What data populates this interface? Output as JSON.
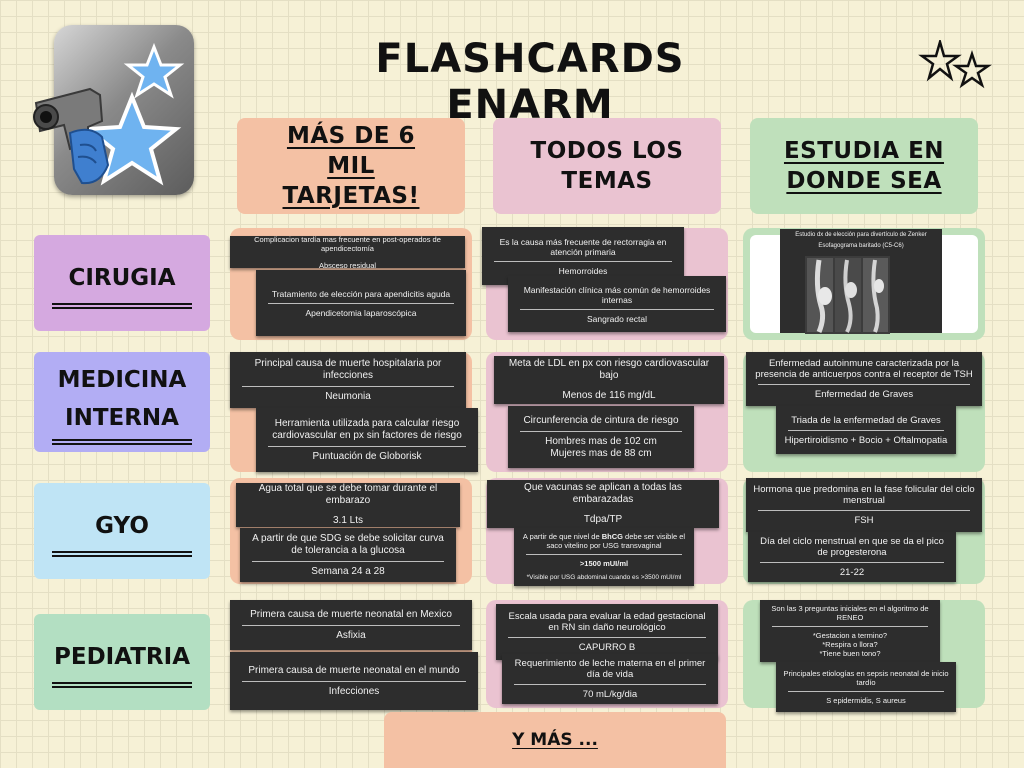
{
  "title": "FLASHCARDS ENARM",
  "colors": {
    "background": "#f6f1d6",
    "peach": "#f4c1a4",
    "pink": "#eac3d1",
    "mint": "#bfe0bb",
    "lavender": "#d5a9e0",
    "periwinkle": "#b2adf4",
    "sky": "#bfe4f5",
    "seafoam": "#b3dfc2",
    "card": "#2d2d2d"
  },
  "header": [
    {
      "label": "MÁS DE 6 MIL TARJETAS!",
      "color": "#f4c1a4"
    },
    {
      "label": "TODOS LOS TEMAS",
      "color": "#eac3d1"
    },
    {
      "label": "ESTUDIA EN DONDE SEA",
      "color": "#bfe0bb"
    }
  ],
  "categories": [
    {
      "label": "CIRUGIA",
      "color": "#d5a9e0"
    },
    {
      "label": "MEDICINA INTERNA",
      "line1": "MEDICINA",
      "line2": "INTERNA",
      "color": "#b2adf4"
    },
    {
      "label": "GYO",
      "color": "#bfe4f5"
    },
    {
      "label": "PEDIATRIA",
      "color": "#b3dfc2"
    }
  ],
  "cards": {
    "cirugia": {
      "c1a": {
        "q": "Complicacion tardía mas frecuente en post-operados de apendicectomía",
        "a": "Absceso residual"
      },
      "c1b": {
        "q": "Tratamiento de elección para apendicitis aguda",
        "a": "Apendicetomia laparoscópica"
      },
      "c2a": {
        "q": "Es la causa más frecuente de rectorragia en atención primaria",
        "a": "Hemorroides"
      },
      "c2b": {
        "q": "Manifestación clínica más común de hemorroides internas",
        "a": "Sangrado rectal"
      },
      "c3": {
        "q": "Estudio dx de elección para divertículo de Zenker",
        "a": "Esofagograma baritado (C5-C6)"
      }
    },
    "medicina": {
      "c1a": {
        "q": "Principal causa de muerte hospitalaria por infecciones",
        "a": "Neumonia"
      },
      "c1b": {
        "q": "Herramienta utilizada para calcular riesgo cardiovascular en px sin factores de riesgo",
        "a": "Puntuación de Globorisk"
      },
      "c2a": {
        "q": "Meta de LDL en px con riesgo cardiovascular bajo",
        "a": "Menos de 116 mg/dL"
      },
      "c2b": {
        "q": "Circunferencia de cintura de riesgo",
        "a1": "Hombres mas de 102 cm",
        "a2": "Mujeres mas de 88 cm"
      },
      "c3a": {
        "q": "Enfermedad autoinmune caracterizada por la presencia de anticuerpos contra el receptor de TSH",
        "a": "Enfermedad de Graves"
      },
      "c3b": {
        "q": "Triada de la enfermedad de Graves",
        "a": "Hipertiroidismo + Bocio + Oftalmopatia"
      }
    },
    "gyo": {
      "c1a": {
        "q": "Agua total que se debe tomar durante el embarazo",
        "a": "3.1 Lts"
      },
      "c1b": {
        "q": "A partir de que SDG se debe solicitar curva de tolerancia a la glucosa",
        "a": "Semana 24 a 28"
      },
      "c2a": {
        "q": "Que vacunas se aplican a todas las embarazadas",
        "a": "Tdpa/TP"
      },
      "c2b": {
        "q_pre": "A partir de que nivel de ",
        "q_bold": "BhCG",
        "q_post": " debe ser visible el saco vitelino por USG transvaginal",
        "a": ">1500 mUI/ml",
        "note": "*Visible por USG abdominal cuando es >3500 mUI/ml"
      },
      "c3a": {
        "q": "Hormona que predomina en la fase folicular del ciclo menstrual",
        "a": "FSH"
      },
      "c3b": {
        "q": "Día del ciclo menstrual en que se da el pico de progesterona",
        "a": "21-22"
      }
    },
    "pediatria": {
      "c1a": {
        "q": "Primera causa de muerte neonatal en Mexico",
        "a": "Asfixia"
      },
      "c1b": {
        "q": "Primera causa de muerte neonatal en el mundo",
        "a": "Infecciones"
      },
      "c2a": {
        "q": "Escala usada para evaluar la edad gestacional en RN sin daño neurológico",
        "a": "CAPURRO B"
      },
      "c2b": {
        "q": "Requerimiento de leche materna en el primer día de vida",
        "a": "70 mL/kg/dia"
      },
      "c3a": {
        "q": "Son las 3 preguntas iniciales en el algoritmo de RENEO",
        "a1": "*Gestacion a termino?",
        "a2": "*Respira o llora?",
        "a3": "*Tiene buen tono?"
      },
      "c3b": {
        "q": "Principales etiologías en sepsis neonatal de inicio tardío",
        "a": "S epidermidis, S aureus"
      }
    }
  },
  "footer": "Y MÁS ..."
}
